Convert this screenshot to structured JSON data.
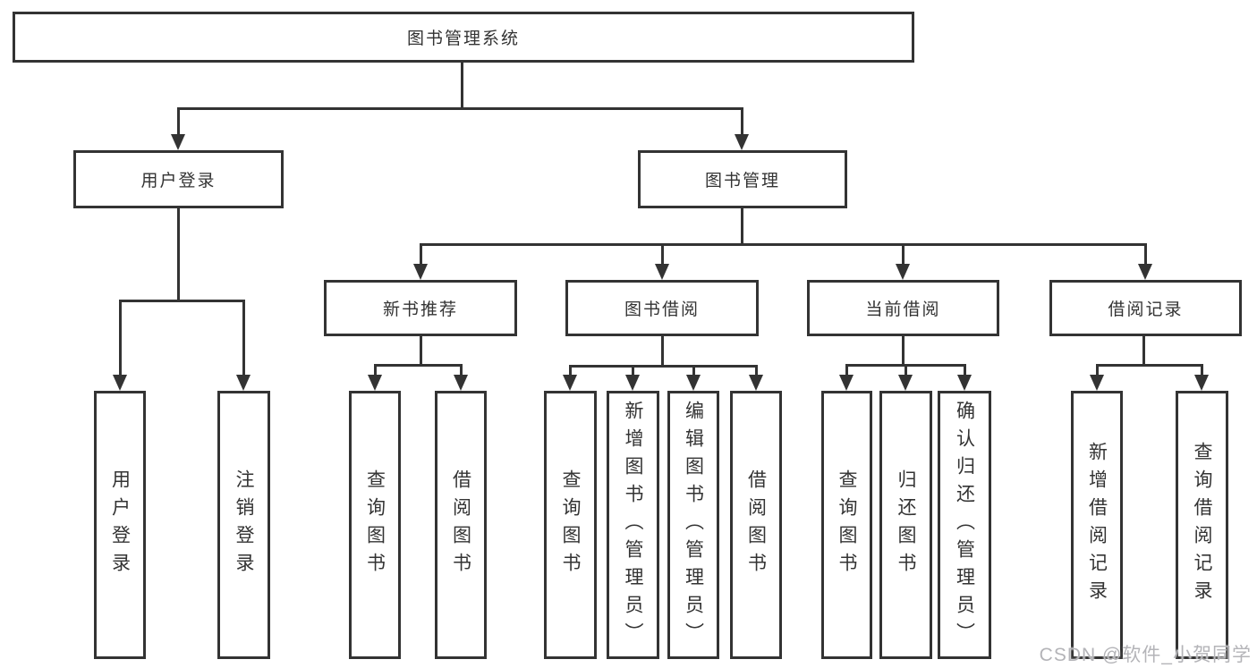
{
  "tree": {
    "label": "图书管理系统",
    "children": [
      {
        "label": "用户登录",
        "children": [
          {
            "label": "用户登录"
          },
          {
            "label": "注销登录"
          }
        ]
      },
      {
        "label": "图书管理",
        "children": [
          {
            "label": "新书推荐",
            "children": [
              {
                "label": "查询图书"
              },
              {
                "label": "借阅图书"
              }
            ]
          },
          {
            "label": "图书借阅",
            "children": [
              {
                "label": "查询图书"
              },
              {
                "label": "新增图书（管理员）"
              },
              {
                "label": "编辑图书（管理员）"
              },
              {
                "label": "借阅图书"
              }
            ]
          },
          {
            "label": "当前借阅",
            "children": [
              {
                "label": "查询图书"
              },
              {
                "label": "归还图书"
              },
              {
                "label": "确认归还（管理员）"
              }
            ]
          },
          {
            "label": "借阅记录",
            "children": [
              {
                "label": "新增借阅记录"
              },
              {
                "label": "查询借阅记录"
              }
            ]
          }
        ]
      }
    ]
  },
  "watermark": {
    "text": "CSDN @软件_小贺同学"
  },
  "colors": {
    "line": "#333333",
    "text": "#333333",
    "watermark": "#b4b4b8",
    "background": "#ffffff"
  }
}
